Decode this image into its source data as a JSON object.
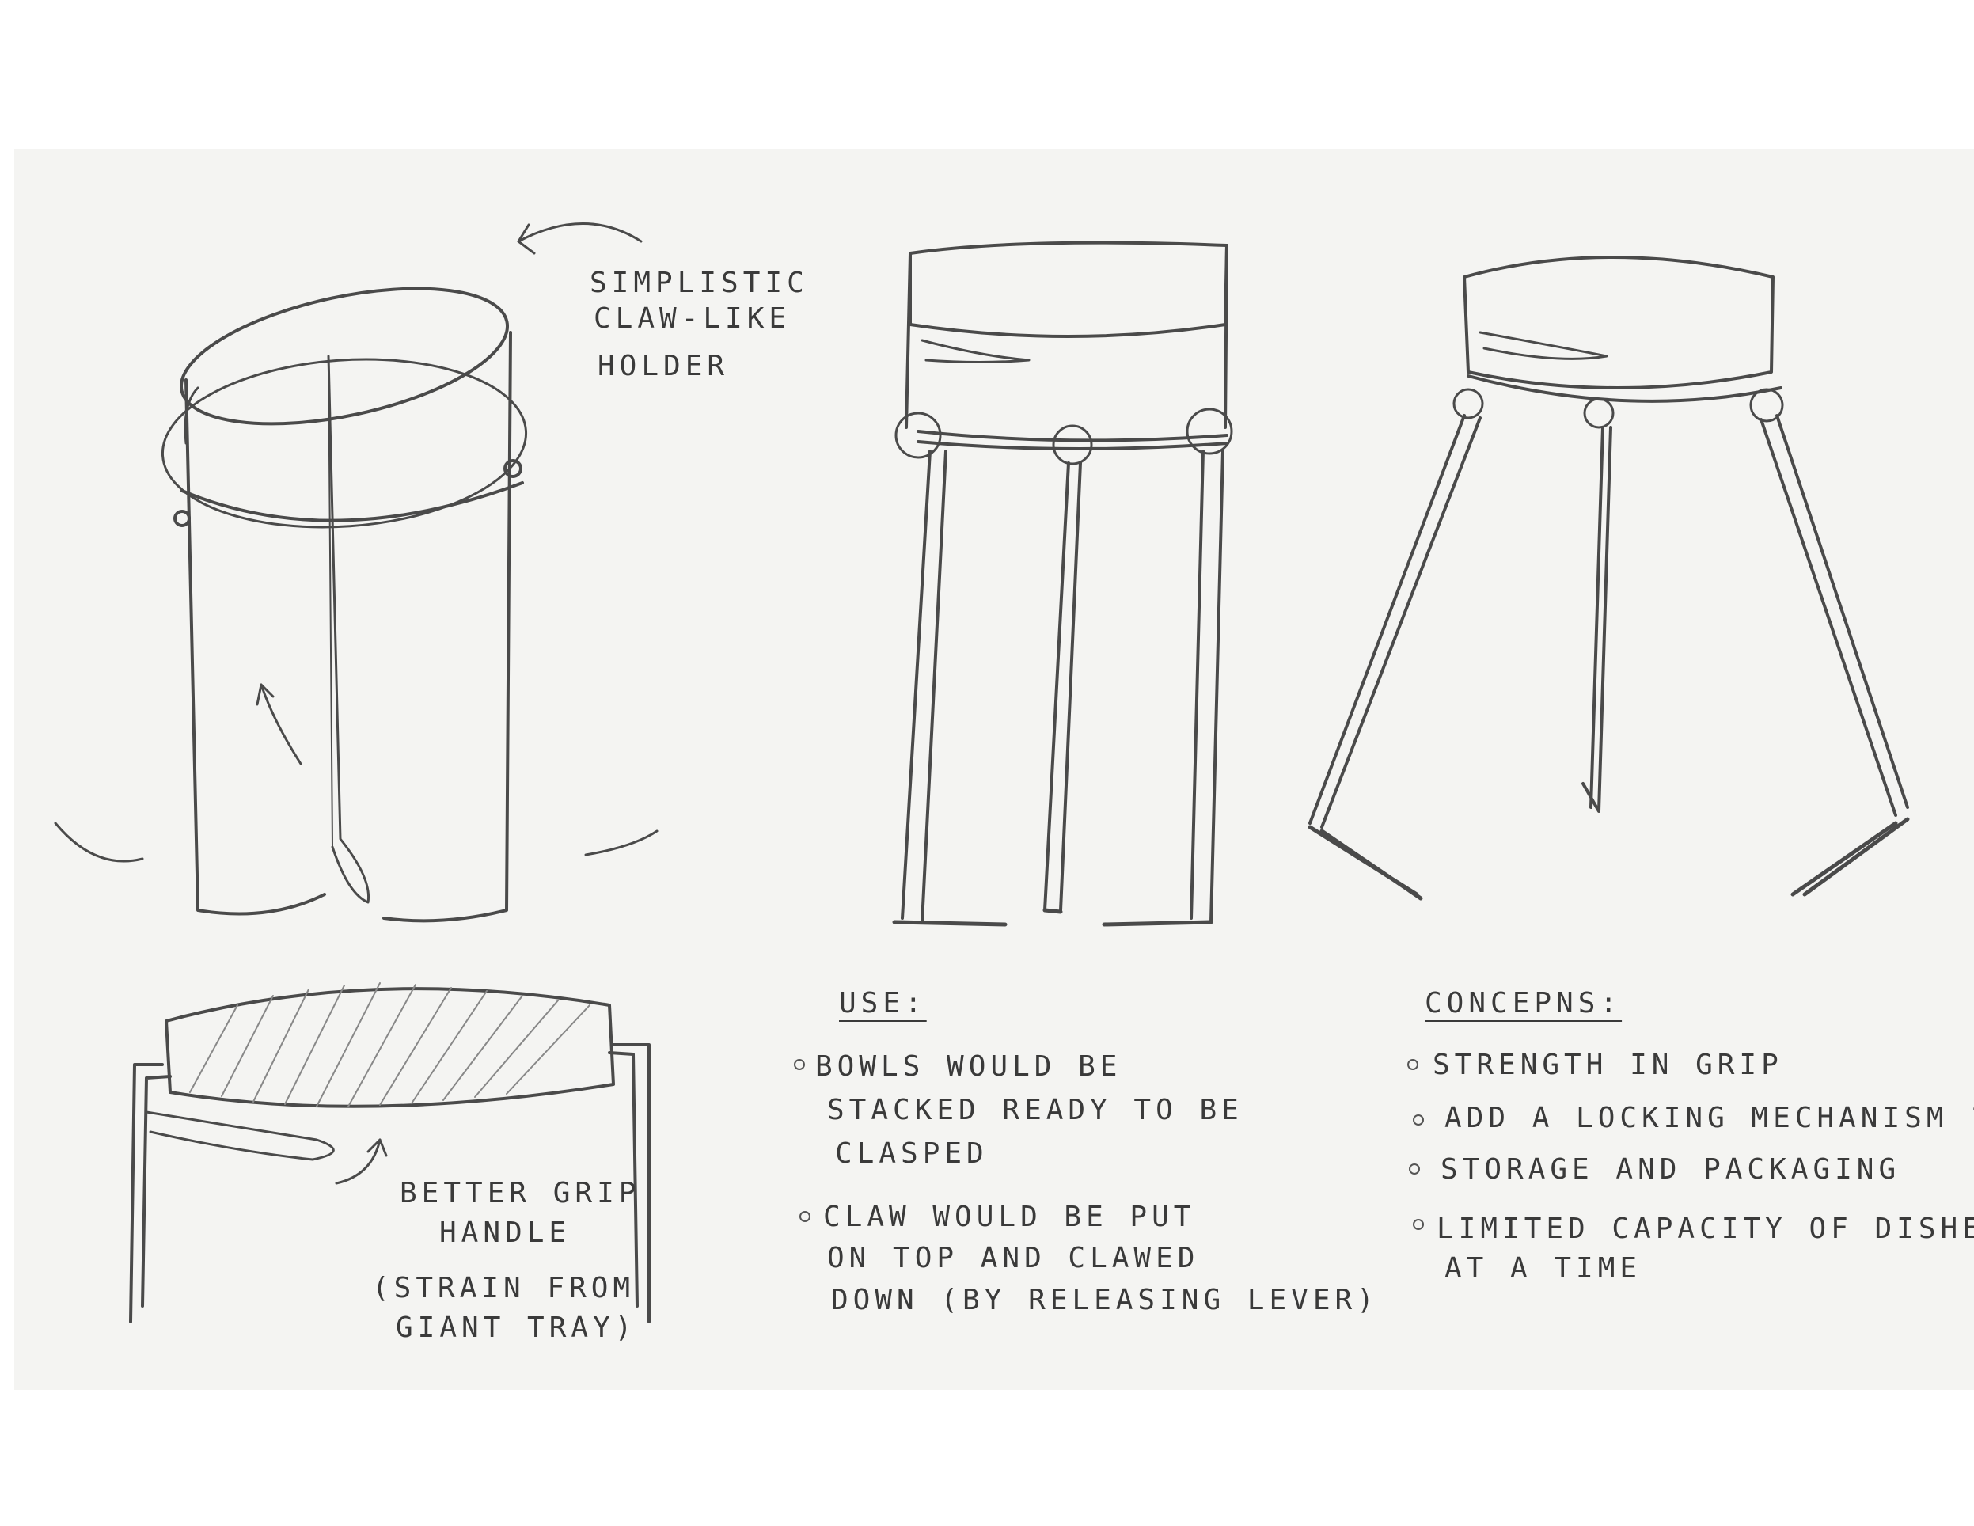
{
  "annotations": {
    "simplistic_claw": [
      "SIMPLISTIC",
      "CLAW-LIKE",
      "HOLDER"
    ],
    "better_grip": [
      "BETTER GRIP",
      "HANDLE"
    ],
    "strain_note": [
      "(STRAIN FROM",
      "GIANT TRAY)"
    ]
  },
  "use": {
    "heading": "USE:",
    "items": [
      [
        "BOWLS WOULD BE",
        "STACKED READY TO BE",
        "CLASPED"
      ],
      [
        "CLAW WOULD BE PUT",
        "ON TOP AND CLAWED",
        "DOWN (BY RELEASING LEVER)"
      ]
    ]
  },
  "concerns": {
    "heading": "CONCEPNS:",
    "items": [
      [
        "STRENGTH IN GRIP"
      ],
      [
        "ADD A LOCKING MECHANISM ?"
      ],
      [
        "STORAGE AND PACKAGING"
      ],
      [
        "LIMITED CAPACITY OF DISHES",
        "AT A TIME"
      ]
    ]
  }
}
